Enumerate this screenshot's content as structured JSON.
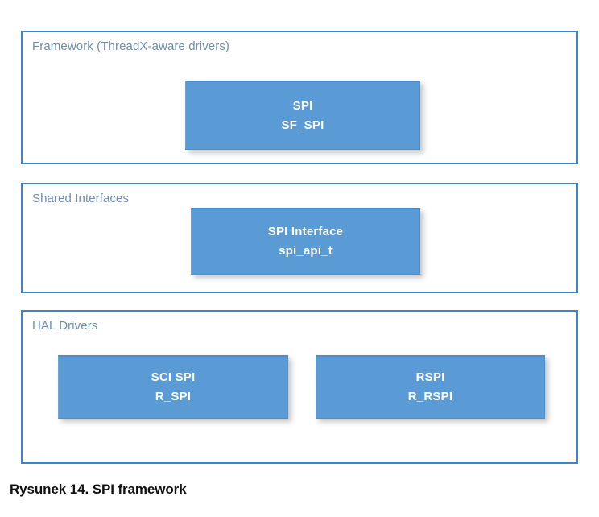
{
  "figure": {
    "caption": "Rysunek 14. SPI framework",
    "accent_color": "#5b9bd5",
    "border_color": "#3d85c8",
    "label_color": "#6f8eb4",
    "background_color": "#ffffff"
  },
  "layers": [
    {
      "label": "Framework (ThreadX-aware drivers)",
      "blocks": [
        {
          "title": "SPI",
          "subtitle": "SF_SPI"
        }
      ]
    },
    {
      "label": "Shared Interfaces",
      "blocks": [
        {
          "title": "SPI Interface",
          "subtitle": "spi_api_t"
        }
      ]
    },
    {
      "label": "HAL Drivers",
      "blocks": [
        {
          "title": "SCI SPI",
          "subtitle": "R_SPI"
        },
        {
          "title": "RSPI",
          "subtitle": "R_RSPI"
        }
      ]
    }
  ]
}
